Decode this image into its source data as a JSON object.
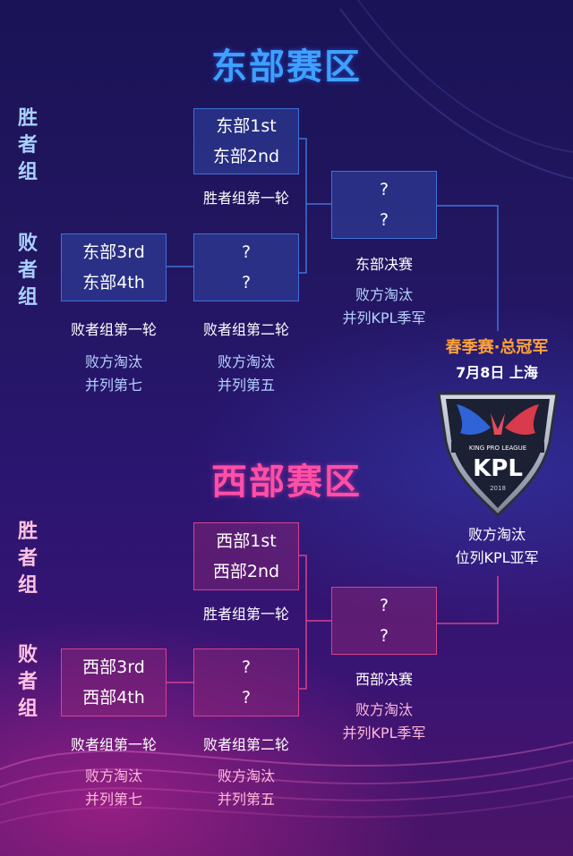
{
  "east": {
    "title": "东部赛区",
    "winners_side": "胜者组",
    "losers_side": "败者组",
    "winners_r1": {
      "teams": [
        "东部1st",
        "东部2nd"
      ],
      "label": "胜者组第一轮"
    },
    "losers_r1": {
      "teams": [
        "东部3rd",
        "东部4th"
      ],
      "label": "败者组第一轮",
      "note": [
        "败方淘汰",
        "并列第七"
      ]
    },
    "losers_r2": {
      "teams": [
        "?",
        "?"
      ],
      "label": "败者组第二轮",
      "note": [
        "败方淘汰",
        "并列第五"
      ]
    },
    "final": {
      "teams": [
        "?",
        "?"
      ],
      "label": "东部决赛",
      "note": [
        "败方淘汰",
        "并列KPL季军"
      ]
    }
  },
  "west": {
    "title": "西部赛区",
    "winners_side": "胜者组",
    "losers_side": "败者组",
    "winners_r1": {
      "teams": [
        "西部1st",
        "西部2nd"
      ],
      "label": "胜者组第一轮"
    },
    "losers_r1": {
      "teams": [
        "西部3rd",
        "西部4th"
      ],
      "label": "败者组第一轮",
      "note": [
        "败方淘汰",
        "并列第七"
      ]
    },
    "losers_r2": {
      "teams": [
        "?",
        "?"
      ],
      "label": "败者组第二轮",
      "note": [
        "败方淘汰",
        "并列第五"
      ]
    },
    "final": {
      "teams": [
        "?",
        "?"
      ],
      "label": "西部决赛",
      "note": [
        "败方淘汰",
        "并列KPL季军"
      ]
    }
  },
  "grand_final": {
    "title": "春季赛·总冠军",
    "date_venue": "7月8日 上海",
    "note": [
      "败方淘汰",
      "位列KPL亚军"
    ],
    "logo": {
      "top_text": "KING PRO LEAGUE",
      "main_text": "KPL",
      "year": "2018"
    }
  },
  "colors": {
    "east_accent": "#3fa0ff",
    "west_accent": "#ff4fa6",
    "final_accent": "#ffa23a"
  }
}
